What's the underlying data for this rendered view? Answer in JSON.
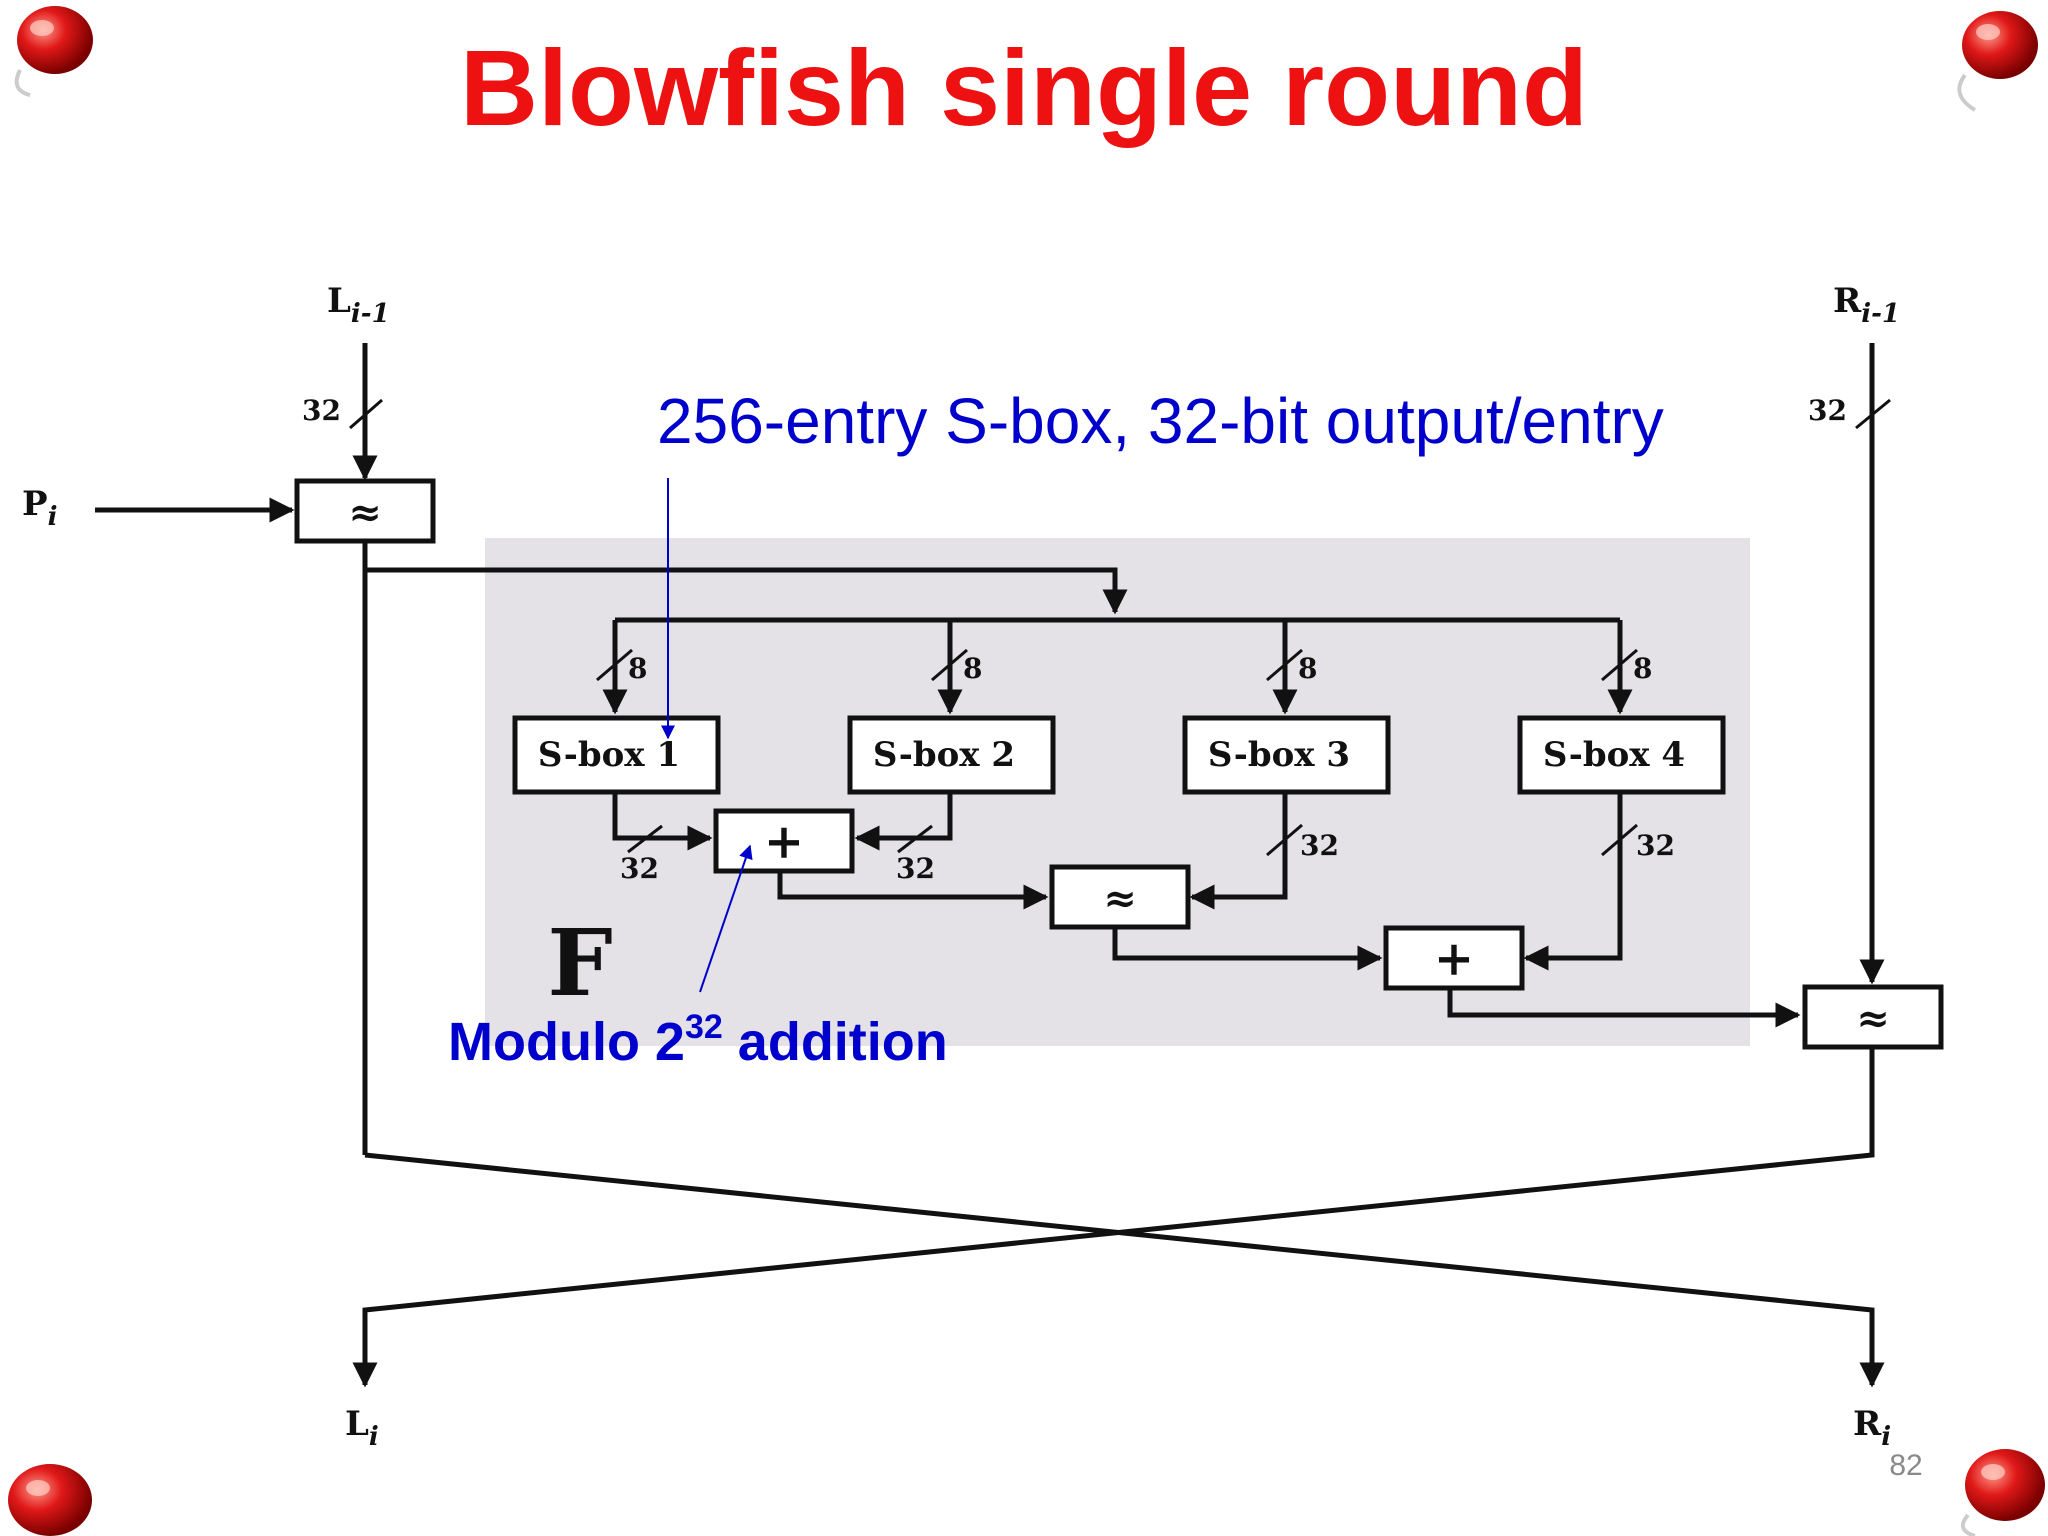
{
  "slide": {
    "title": "Blowfish single round",
    "page_number": "82",
    "title_color": "#ee1111",
    "annotation_color": "#0000cc"
  },
  "diagram": {
    "inputs": {
      "left": {
        "base": "L",
        "sub": "i-1"
      },
      "right": {
        "base": "R",
        "sub": "i-1"
      },
      "p": {
        "base": "P",
        "sub": "i"
      }
    },
    "outputs": {
      "left": {
        "base": "L",
        "sub": "i"
      },
      "right": {
        "base": "R",
        "sub": "i"
      }
    },
    "function_label": "F",
    "sboxes": [
      "S-box 1",
      "S-box 2",
      "S-box 3",
      "S-box 4"
    ],
    "xor_symbol": "≈",
    "add_symbol": "+",
    "bit_width_in": "32",
    "bit_width_byte": "8",
    "bit_width_word": "32"
  },
  "annotations": {
    "sbox_note": "256-entry S-box, 32-bit output/entry",
    "modulo_note": {
      "prefix": "Modulo 2",
      "superscript": "32",
      "suffix": " addition"
    }
  }
}
